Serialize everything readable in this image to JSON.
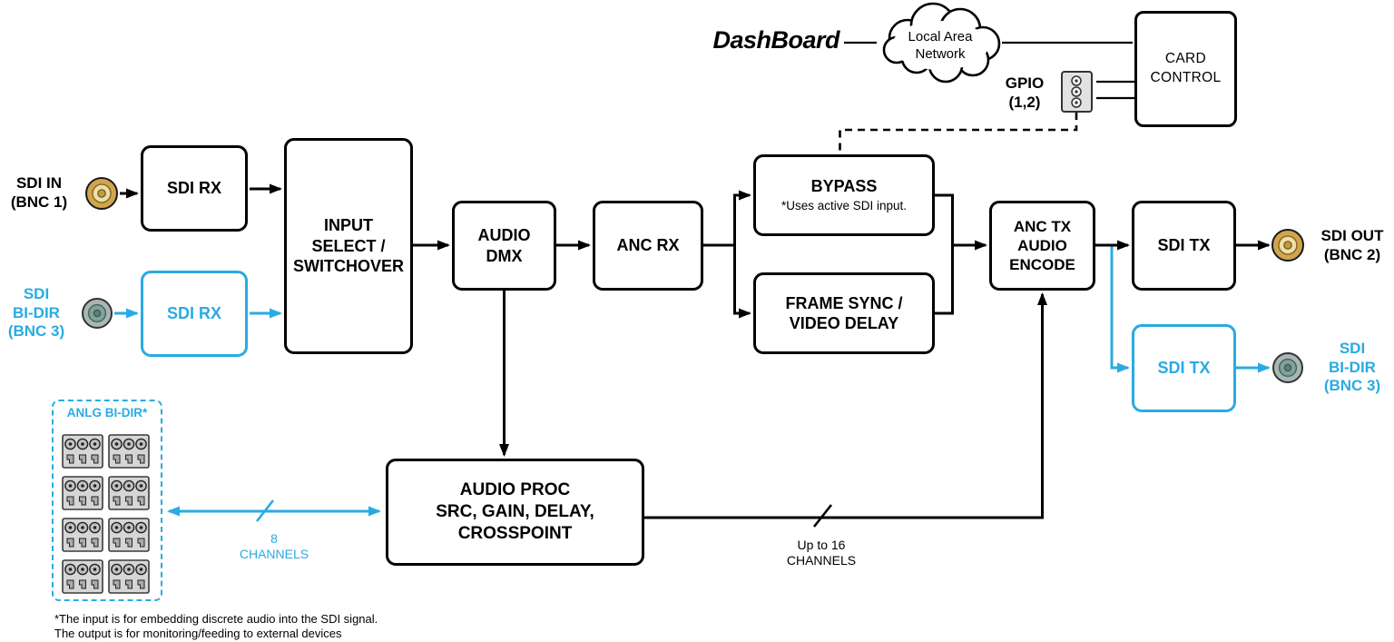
{
  "control": {
    "dashboard_logo": "DashBoard",
    "lan_cloud": "Local Area\nNetwork",
    "card_control": "CARD\nCONTROL",
    "gpio": "GPIO\n(1,2)"
  },
  "nodes": {
    "sdi_rx_main": "SDI RX",
    "sdi_rx_bidir": "SDI RX",
    "input_select": "INPUT\nSELECT /\nSWITCHOVER",
    "audio_dmx": "AUDIO\nDMX",
    "anc_rx": "ANC RX",
    "bypass_title": "BYPASS",
    "bypass_note": "*Uses active SDI input.",
    "frame_sync": "FRAME SYNC /\nVIDEO DELAY",
    "anc_tx_audio_encode": "ANC TX\nAUDIO\nENCODE",
    "sdi_tx_main": "SDI TX",
    "sdi_tx_bidir": "SDI TX",
    "audio_proc": "AUDIO PROC\nSRC, GAIN, DELAY,\nCROSSPOINT"
  },
  "ports": {
    "sdi_in": "SDI IN\n(BNC 1)",
    "sdi_bidir_in": "SDI\nBI-DIR\n(BNC 3)",
    "sdi_out": "SDI OUT\n(BNC 2)",
    "sdi_bidir_out": "SDI\nBI-DIR\n(BNC 3)",
    "anlg_bidir": "ANLG BI-DIR*"
  },
  "annotations": {
    "channels_8": "8\nCHANNELS",
    "channels_16": "Up to 16\nCHANNELS",
    "footnote": "*The input is for embedding discrete audio into the SDI signal.\nThe output is for monitoring/feeding to external devices"
  },
  "colors": {
    "accent_cyan": "#29ABE2",
    "line_black": "#000000",
    "bnc_gold": "#CFA54D",
    "bnc_teal": "#7FA29B"
  }
}
